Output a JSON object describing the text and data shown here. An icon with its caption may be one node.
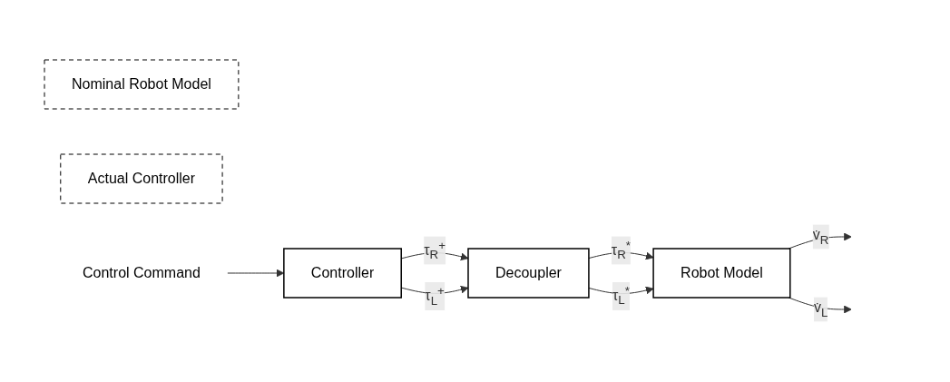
{
  "diagram": {
    "nodes": [
      {
        "text": [
          "Nominal Robot Model"
        ]
      },
      {
        "text": [
          "Actual Controller"
        ]
      },
      {
        "text": [
          "Control Command"
        ]
      },
      {
        "text": [
          "Controller"
        ]
      },
      {
        "text": [
          "Decoupler"
        ]
      },
      {
        "text": [
          "Robot Model"
        ]
      }
    ],
    "edges": [
      {
        "from": 2,
        "to": 3,
        "arrow": "to"
      },
      {
        "from": 3,
        "to": 4,
        "arrow": "to",
        "label": "τ$_{R}$$^{+}$"
      },
      {
        "from": 3,
        "to": 4,
        "arrow": "to",
        "label": "τ$_{L}$$^{+}$"
      },
      {
        "from": 4,
        "to": 5,
        "arrow": "to",
        "label": "τ$_{R}$$^{*}$"
      },
      {
        "from": 4,
        "to": 5,
        "arrow": "to",
        "label": "τ$_{L}$$^{*}$"
      },
      {
        "from": 5,
        "to": null,
        "arrow": "to",
        "label": "v̇$_{R}$"
      },
      {
        "from": 5,
        "to": null,
        "arrow": "to",
        "label": "v̇$_{L}$"
      }
    ]
  }
}
